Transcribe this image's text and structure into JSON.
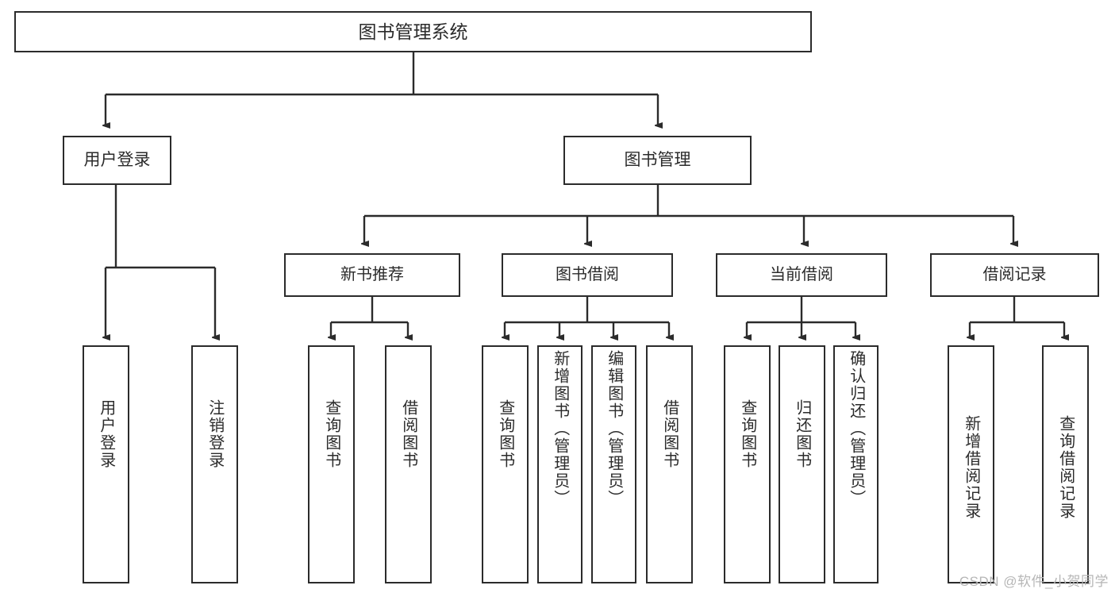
{
  "diagram": {
    "title": "图书管理系统",
    "type": "tree",
    "root": {
      "label": "图书管理系统"
    },
    "level2": [
      {
        "label": "用户登录"
      },
      {
        "label": "图书管理"
      }
    ],
    "level3": [
      {
        "label": "新书推荐"
      },
      {
        "label": "图书借阅"
      },
      {
        "label": "当前借阅"
      },
      {
        "label": "借阅记录"
      }
    ],
    "leaves": [
      {
        "label": "用户登录"
      },
      {
        "label": "注销登录"
      },
      {
        "label": "查询图书"
      },
      {
        "label": "借阅图书"
      },
      {
        "label": "查询图书"
      },
      {
        "label": "新增图书（管理员）"
      },
      {
        "label": "编辑图书（管理员）"
      },
      {
        "label": "借阅图书"
      },
      {
        "label": "查询图书"
      },
      {
        "label": "归还图书"
      },
      {
        "label": "确认归还（管理员）"
      },
      {
        "label": "新增借阅记录"
      },
      {
        "label": "查询借阅记录"
      }
    ],
    "watermark": "CSDN @软件_小贺同学",
    "colors": {
      "stroke": "#2b2b2b",
      "fill": "#ffffff",
      "text": "#2b2b2b",
      "watermark": "#b6b6b6"
    }
  }
}
